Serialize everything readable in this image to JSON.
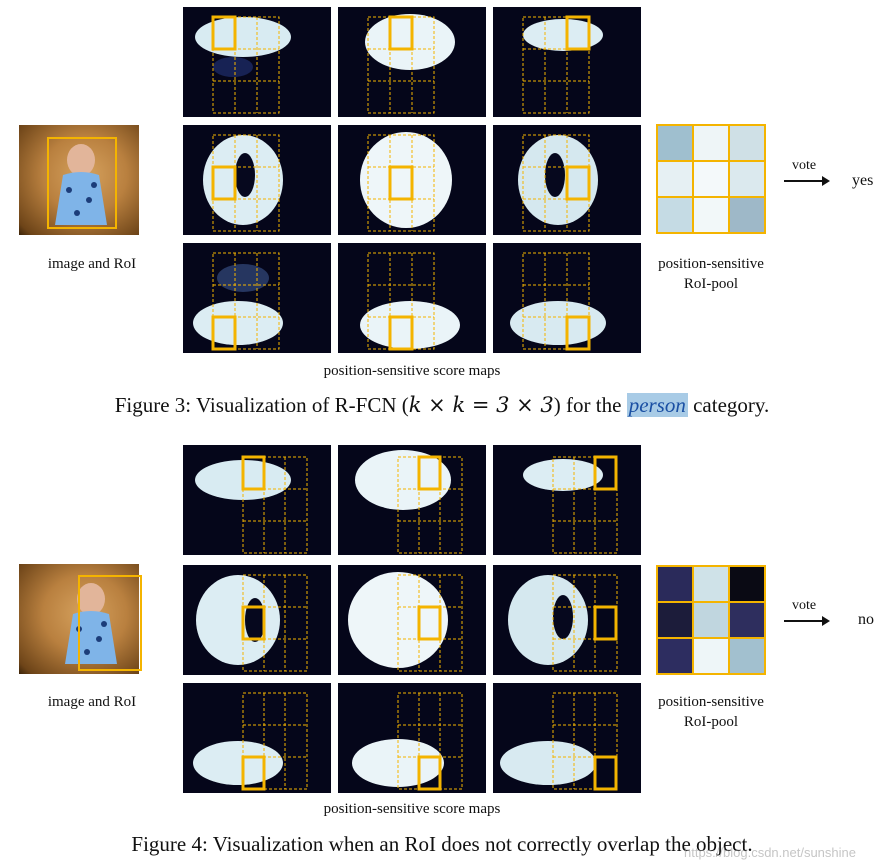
{
  "figure3": {
    "roi_label": "image and RoI",
    "maps_label": "position-sensitive score maps",
    "pool_label_line1": "position-sensitive",
    "pool_label_line2": "RoI-pool",
    "vote_label": "vote",
    "result": "yes",
    "caption_prefix": "Figure 3: Visualization of R-FCN (",
    "caption_math": "k × k = 3 × 3",
    "caption_mid": ") for the ",
    "caption_highlight": "person",
    "caption_suffix": " category.",
    "pool_colors": [
      "#9fbfcf",
      "#eef5f7",
      "#cfe0e6",
      "#e6f0f3",
      "#f4f9fa",
      "#dbe9ee",
      "#c5dbe4",
      "#f2f8f9",
      "#9eb8c8"
    ]
  },
  "figure4": {
    "roi_label": "image and RoI",
    "maps_label": "position-sensitive score maps",
    "pool_label_line1": "position-sensitive",
    "pool_label_line2": "RoI-pool",
    "vote_label": "vote",
    "result": "no",
    "caption": "Figure 4: Visualization when an RoI does not correctly overlap the object.",
    "pool_colors": [
      "#2a2a5a",
      "#cfe2e8",
      "#0a0a14",
      "#1c1c3a",
      "#c0d6df",
      "#2e2e5e",
      "#2d2d60",
      "#eef6f8",
      "#a2c0cf"
    ]
  },
  "watermark": "https://blog.csdn.net/sunshine",
  "colors": {
    "roi_yellow": "#f4b400",
    "map_background": "#05061a",
    "map_blob": "#eaf4f8"
  }
}
